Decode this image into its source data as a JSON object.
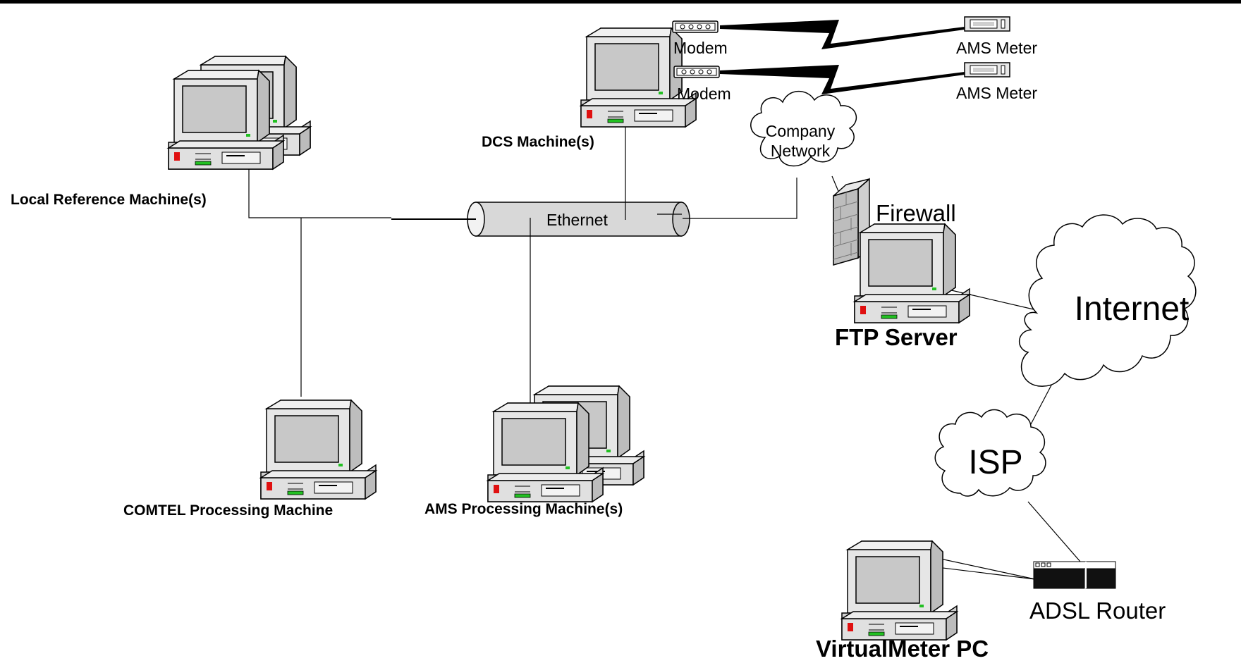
{
  "labels": {
    "local_ref": "Local Reference Machine(s)",
    "dcs": "DCS Machine(s)",
    "modem1": "Modem",
    "modem2": "Modem",
    "ams_meter1": "AMS Meter",
    "ams_meter2": "AMS Meter",
    "company_network_line1": "Company",
    "company_network_line2": "Network",
    "ethernet": "Ethernet",
    "firewall": "Firewall",
    "ftp_server": "FTP Server",
    "internet": "Internet",
    "isp": "ISP",
    "adsl_router": "ADSL Router",
    "comtel": "COMTEL Processing Machine",
    "ams_processing": "AMS Processing Machine(s)",
    "virtualmeter": "VirtualMeter PC"
  },
  "colors": {
    "accent_red": "#e01010",
    "screen_gray": "#c8c8c8",
    "led_green": "#22c022",
    "monitor_gray": "#d9d9d9",
    "line": "#000000"
  }
}
